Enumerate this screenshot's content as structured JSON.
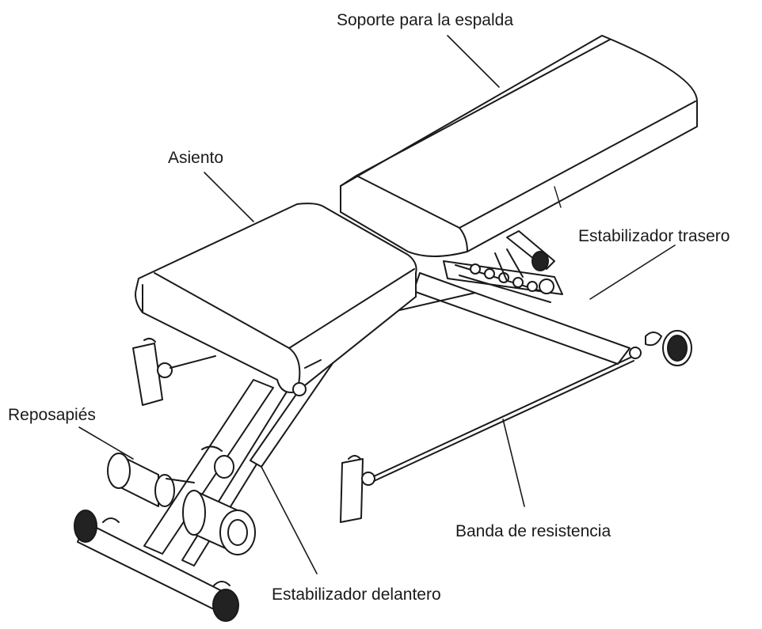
{
  "labels": {
    "backrest": "Soporte para la espalda",
    "seat": "Asiento",
    "rear_stabilizer": "Estabilizador trasero",
    "footrest": "Reposapiés",
    "resistance_band": "Banda de resistencia",
    "front_stabilizer": "Estabilizador delantero"
  },
  "colors": {
    "line": "#1a1a1a",
    "fill": "#ffffff",
    "knurl": "#222222"
  }
}
